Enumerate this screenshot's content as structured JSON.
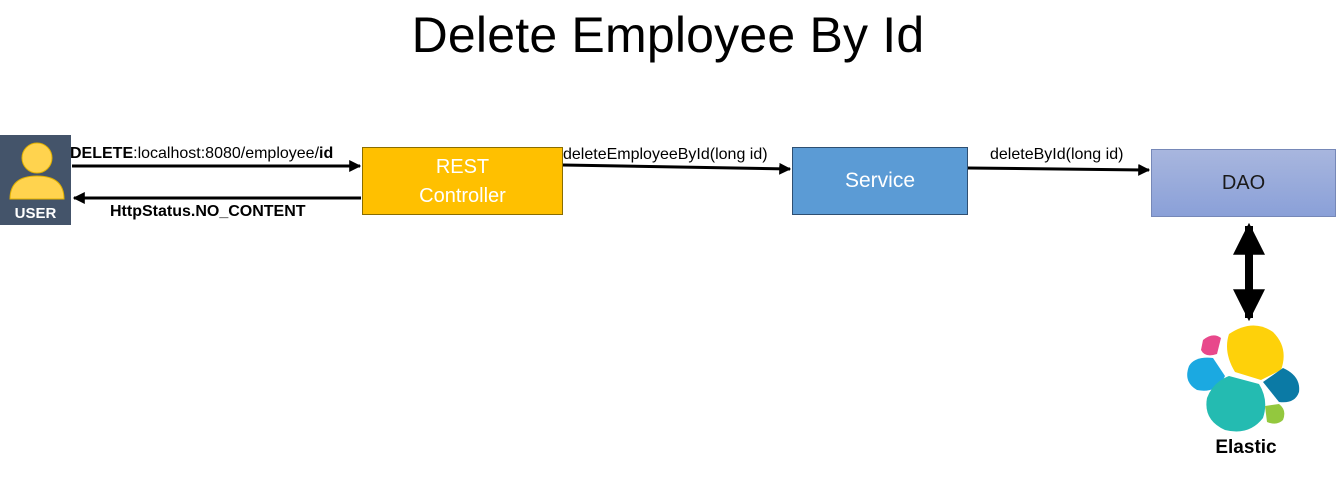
{
  "title": "Delete Employee By Id",
  "user": {
    "label": "USER"
  },
  "request": {
    "method": "DELETE",
    "path": ":localhost:8080/employee/",
    "param": "id"
  },
  "response": {
    "label": "HttpStatus.NO_CONTENT"
  },
  "rest_controller": {
    "line1": "REST",
    "line2": "Controller",
    "color": "#ffc000"
  },
  "service": {
    "label": "Service",
    "color": "#5b9bd5",
    "call_label": "deleteEmployeeById(long id)"
  },
  "dao": {
    "label": "DAO",
    "color": "#8faadc",
    "call_label": "deleteById(long id)"
  },
  "elastic": {
    "label": "Elastic"
  }
}
